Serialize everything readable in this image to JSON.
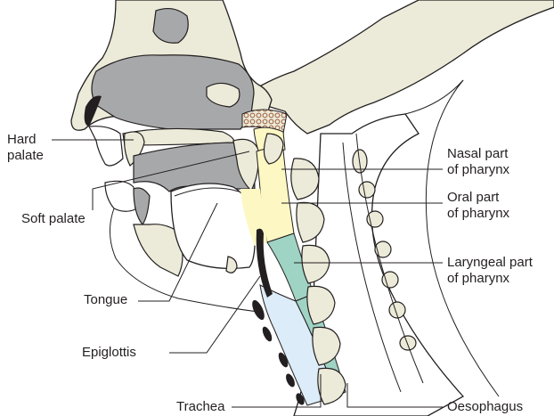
{
  "colors": {
    "bone": "#ecead8",
    "cavity": "#a7a8aa",
    "nasal_part": "#a7a8aa",
    "oral_part": "#fdf7c3",
    "laryngeal_part": "#9fd3c3",
    "trachea": "#dcecf8",
    "outline": "#231f20",
    "cartilage": "#c9a48e"
  },
  "labels": {
    "hard_palate": [
      "Hard",
      "palate"
    ],
    "soft_palate": "Soft palate",
    "tongue": "Tongue",
    "epiglottis": "Epiglottis",
    "trachea": "Trachea",
    "nasal_part": [
      "Nasal part",
      "of pharynx"
    ],
    "oral_part": [
      "Oral part",
      "of pharynx"
    ],
    "laryngeal_part": [
      "Laryngeal part",
      "of pharynx"
    ],
    "oesophagus": "Oesophagus"
  }
}
